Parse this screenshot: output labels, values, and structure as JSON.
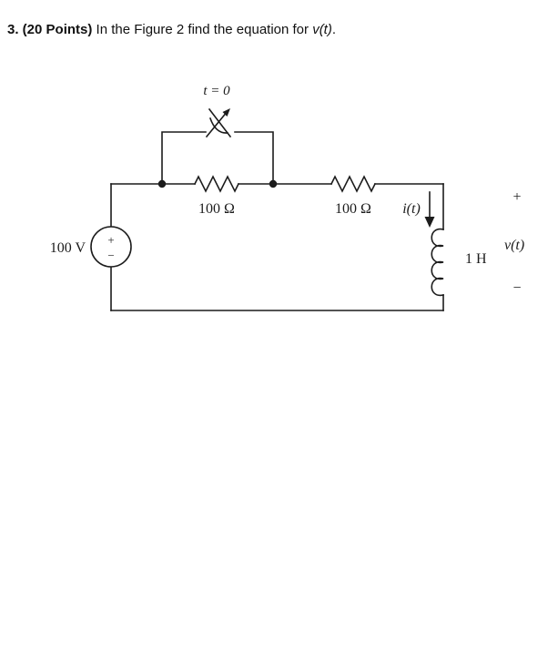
{
  "colors": {
    "ink": "#1c1c1c",
    "background": "#ffffff"
  },
  "problem": {
    "label_bold": "3. (20 Points)",
    "text_before": " In the Figure 2 find the equation for ",
    "variable": "v(t)",
    "text_after": "."
  },
  "circuit": {
    "switch_time_label": "t = 0",
    "resistor1_value": "100 Ω",
    "resistor2_value": "100 Ω",
    "current_label": "i(t)",
    "inductor_value": "1 H",
    "inductor_voltage_label": "v(t)",
    "terminal_plus": "+",
    "terminal_minus": "−",
    "source_value": "100 V",
    "source_plus": "+",
    "source_minus": "−"
  }
}
